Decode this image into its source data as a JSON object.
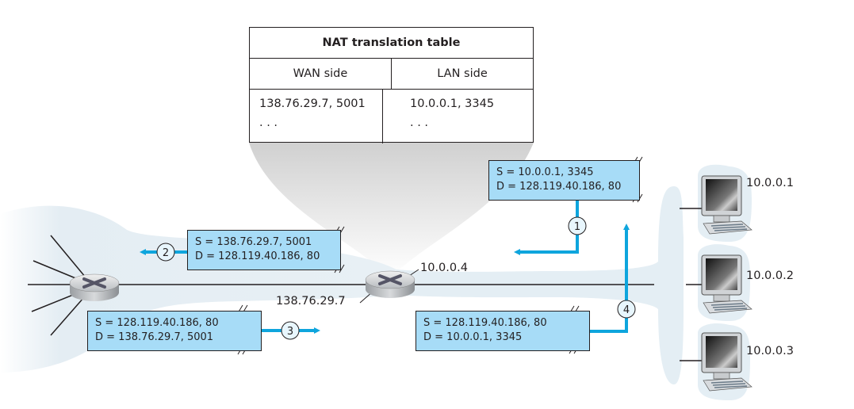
{
  "nat_table": {
    "title": "NAT translation table",
    "headers": [
      "WAN side",
      "LAN side"
    ],
    "rows": [
      {
        "wan": "138.76.29.7, 5001",
        "lan": "10.0.0.1, 3345"
      },
      {
        "wan": ". . .",
        "lan": ". . ."
      }
    ]
  },
  "packets": [
    {
      "step": "1",
      "src": "S = 10.0.0.1, 3345",
      "dst": "D = 128.119.40.186, 80"
    },
    {
      "step": "2",
      "src": "S = 138.76.29.7, 5001",
      "dst": "D = 128.119.40.186, 80"
    },
    {
      "step": "3",
      "src": "S = 128.119.40.186, 80",
      "dst": "D = 138.76.29.7, 5001"
    },
    {
      "step": "4",
      "src": "S = 128.119.40.186, 80",
      "dst": "D = 10.0.0.1, 3345"
    }
  ],
  "router_labels": {
    "nat_lan_ip": "10.0.0.4",
    "nat_wan_ip": "138.76.29.7"
  },
  "hosts": [
    {
      "ip": "10.0.0.1"
    },
    {
      "ip": "10.0.0.2"
    },
    {
      "ip": "10.0.0.3"
    }
  ],
  "colors": {
    "arrow": "#0ea5dd",
    "packet_fill": "#a7dcf7",
    "cloud": "#e4eef4",
    "spotlight": "#d9d9d9"
  }
}
